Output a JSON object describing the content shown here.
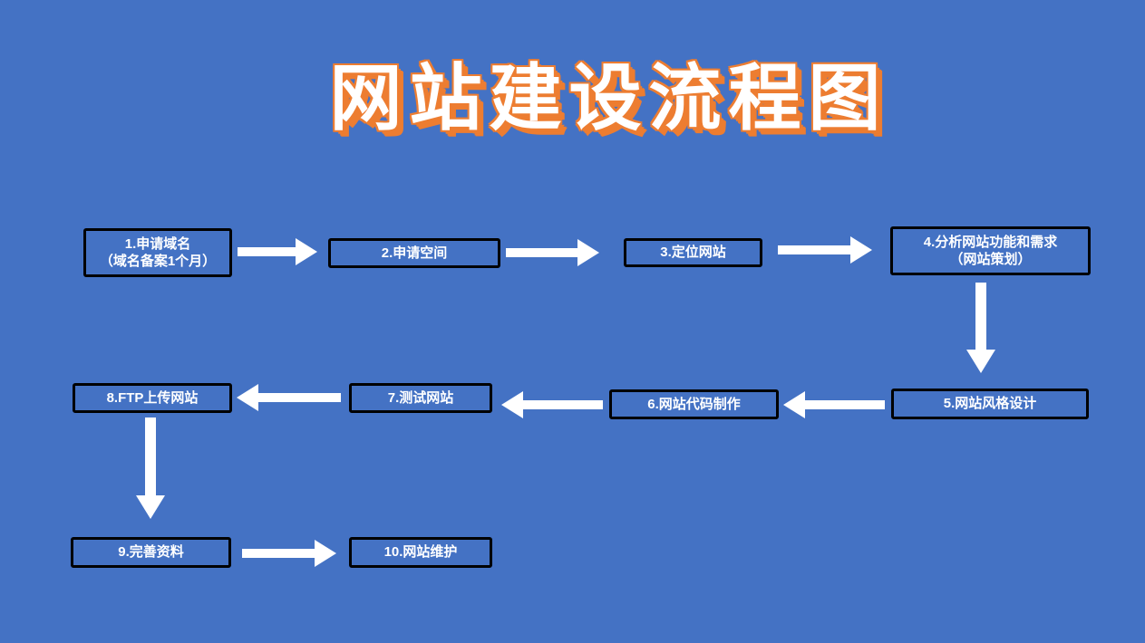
{
  "title": "网站建设流程图",
  "colors": {
    "background": "#4472C4",
    "box_fill": "#4472C4",
    "box_border": "#000000",
    "box_text": "#FFFFFF",
    "title_text": "#FFFFFF",
    "title_outline": "#ED7D31",
    "arrow": "#FFFFFF"
  },
  "steps": [
    {
      "id": "1",
      "line1": "1.申请域名",
      "line2": "（域名备案1个月）"
    },
    {
      "id": "2",
      "line1": "2.申请空间"
    },
    {
      "id": "3",
      "line1": "3.定位网站"
    },
    {
      "id": "4",
      "line1": "4.分析网站功能和需求",
      "line2": "（网站策划）"
    },
    {
      "id": "5",
      "line1": "5.网站风格设计"
    },
    {
      "id": "6",
      "line1": "6.网站代码制作"
    },
    {
      "id": "7",
      "line1": "7.测试网站"
    },
    {
      "id": "8",
      "line1": "8.FTP上传网站"
    },
    {
      "id": "9",
      "line1": "9.完善资料"
    },
    {
      "id": "10",
      "line1": "10.网站维护"
    }
  ],
  "connections": [
    {
      "from": "1",
      "to": "2",
      "direction": "right"
    },
    {
      "from": "2",
      "to": "3",
      "direction": "right"
    },
    {
      "from": "3",
      "to": "4",
      "direction": "right"
    },
    {
      "from": "4",
      "to": "5",
      "direction": "down"
    },
    {
      "from": "5",
      "to": "6",
      "direction": "left"
    },
    {
      "from": "6",
      "to": "7",
      "direction": "left"
    },
    {
      "from": "7",
      "to": "8",
      "direction": "left"
    },
    {
      "from": "8",
      "to": "9",
      "direction": "down"
    },
    {
      "from": "9",
      "to": "10",
      "direction": "right"
    }
  ]
}
